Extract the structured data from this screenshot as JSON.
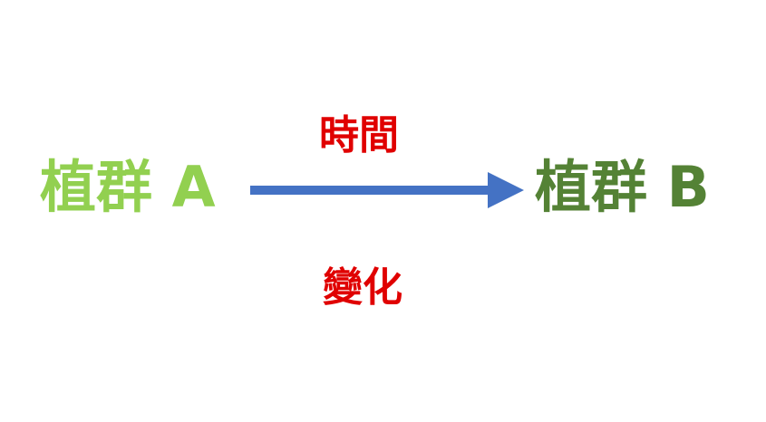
{
  "diagram": {
    "source_node": {
      "label": "植群 A",
      "color": "#92d050"
    },
    "target_node": {
      "label": "植群 B",
      "color": "#548235"
    },
    "arrow": {
      "color": "#4472c4",
      "direction": "right"
    },
    "edge_label_top": {
      "text": "時間",
      "color": "#e00000"
    },
    "edge_label_bottom": {
      "text": "變化",
      "color": "#e00000"
    }
  }
}
